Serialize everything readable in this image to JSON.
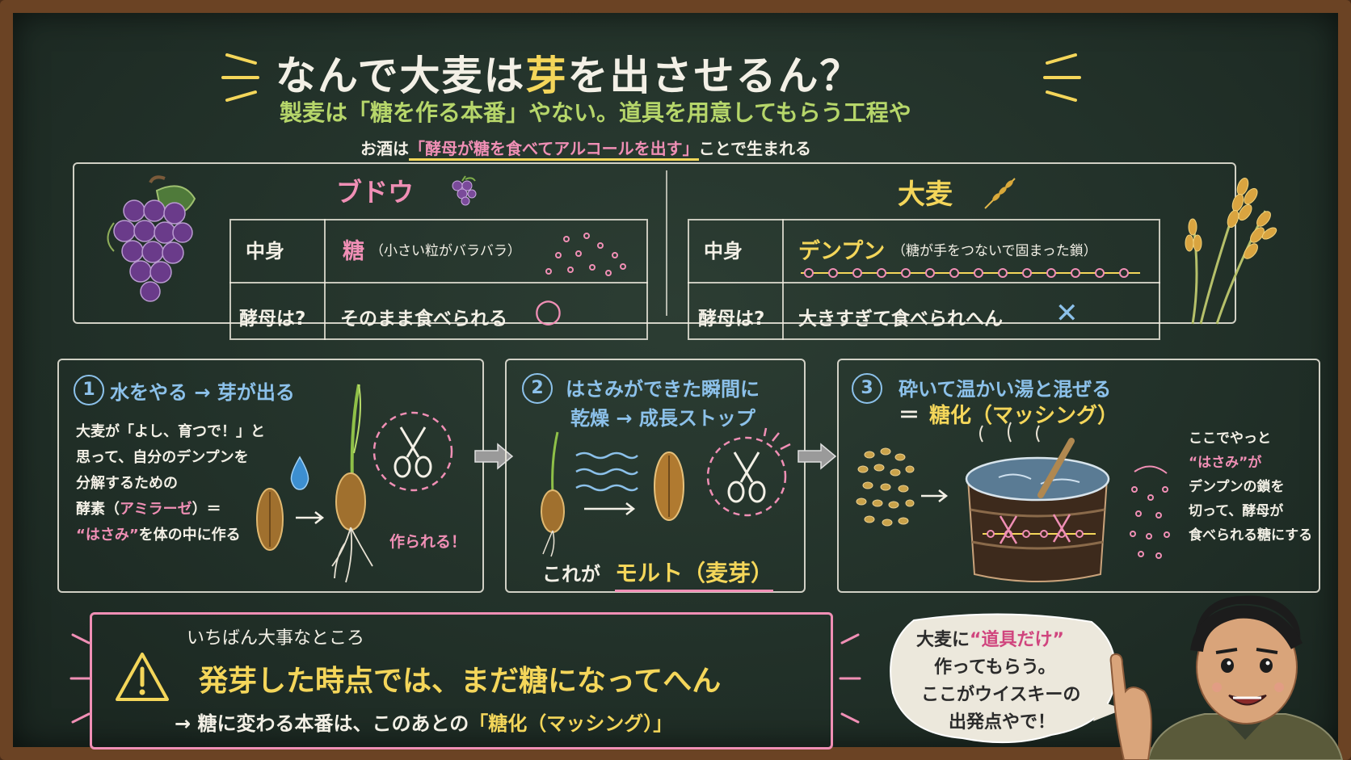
{
  "title": {
    "part1": "なんで大麦は",
    "part2": "芽",
    "part3": "を出させるん？"
  },
  "subtitle": "製麦は「糖を作る本番」やない。道具を用意してもらう工程や",
  "intro": {
    "pre": "お酒は",
    "highlight": "「酵母が糖を食べてアルコールを出す」",
    "post": "ことで生まれる"
  },
  "budou": {
    "heading": "ブドウ",
    "row1_label": "中身",
    "row1_key": "糖",
    "row1_note": "（小さい粒がバラバラ）",
    "row2_label": "酵母は?",
    "row2_value": "そのまま食べられる",
    "row2_mark": "○"
  },
  "oomugi": {
    "heading": "大麦",
    "row1_label": "中身",
    "row1_key": "デンプン",
    "row1_note": "（糖が手をつないで固まった鎖）",
    "row2_label": "酵母は?",
    "row2_value": "大きすぎて食べられへん",
    "row2_mark": "✕"
  },
  "step1": {
    "num": "1",
    "title": "水をやる → 芽が出る",
    "lines": [
      "大麦が「よし、育つで！」と",
      "思って、自分のデンプンを",
      "分解するための"
    ],
    "line4_pre": "酵素（",
    "line4_hl": "アミラーゼ",
    "line4_post": "）＝",
    "line5_hl": "“はさみ”",
    "line5_post": "を体の中に作る",
    "made": "作られる！"
  },
  "step2": {
    "num": "2",
    "title_line1": "はさみができた瞬間に",
    "title_line2": "乾燥 → 成長ストップ",
    "footer_pre": "これが",
    "footer_hl": "モルト（麦芽）"
  },
  "step3": {
    "num": "3",
    "title_line1": "砕いて温かい湯と混ぜる",
    "title_line2_pre": "＝",
    "title_line2_hl": "糖化（マッシング）",
    "side_lines": [
      "ここでやっと",
      "“はさみ”が",
      "デンプンの鎖を",
      "切って、酵母が",
      "食べられる糖にする"
    ]
  },
  "important": {
    "label": "いちばん大事なところ",
    "main": "発芽した時点では、まだ糖になってへん",
    "sub_pre": "→ 糖に変わる本番は、このあとの",
    "sub_hl": "「糖化（マッシング）」"
  },
  "bubble": {
    "line1_pre": "大麦に",
    "line1_hl": "“道具だけ”",
    "line2": "作ってもらう。",
    "line3": "ここがウイスキーの",
    "line4": "出発点やで！"
  },
  "colors": {
    "board": "#223129",
    "frame": "#6b4324",
    "chalk": "#f3f0e6",
    "yellow": "#f4d65a",
    "green": "#b6d66a",
    "pink": "#f08fb5",
    "blue": "#8cc1ea"
  }
}
